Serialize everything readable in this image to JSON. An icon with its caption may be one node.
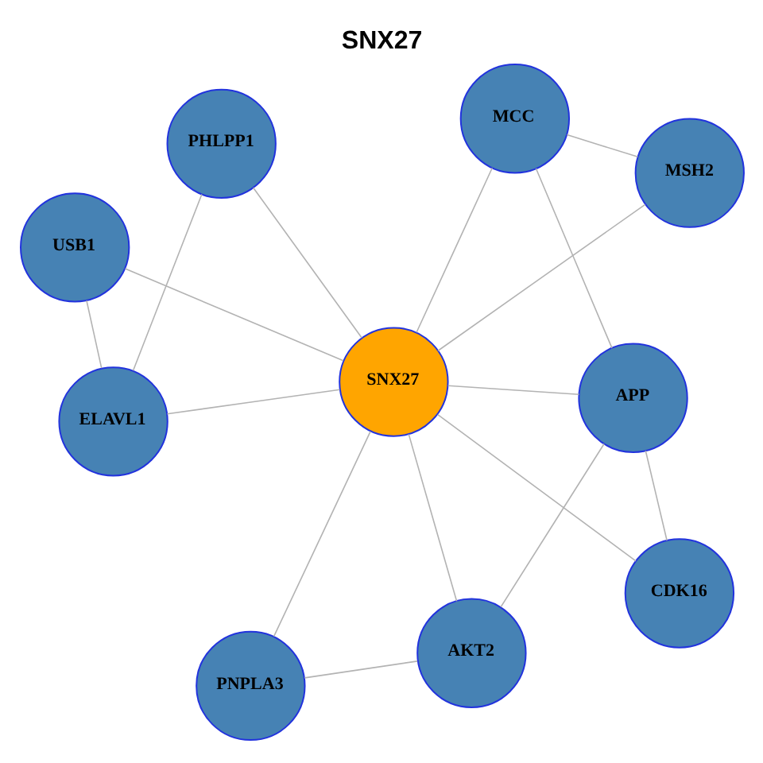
{
  "diagram": {
    "title": "SNX27",
    "nodes": [
      {
        "text": [
          "USB1"
        ]
      },
      {
        "text": [
          "MSH2"
        ]
      },
      {
        "text": [
          "ELAVL1"
        ]
      },
      {
        "text": [
          "MCC"
        ]
      },
      {
        "text": [
          "SNX27"
        ]
      },
      {
        "text": [
          "PHLPP1"
        ]
      },
      {
        "text": [
          "PNPLA3"
        ]
      },
      {
        "text": [
          "APP"
        ]
      },
      {
        "text": [
          "AKT2"
        ]
      },
      {
        "text": [
          "CDK16"
        ]
      }
    ],
    "edges": [
      {
        "from": 4,
        "to": 1,
        "arrow": "none"
      },
      {
        "from": 4,
        "to": 0,
        "arrow": "none"
      },
      {
        "from": 4,
        "to": 2,
        "arrow": "none"
      },
      {
        "from": 4,
        "to": 3,
        "arrow": "none"
      },
      {
        "from": 4,
        "to": 5,
        "arrow": "none"
      },
      {
        "from": 4,
        "to": 6,
        "arrow": "none"
      },
      {
        "from": 4,
        "to": 7,
        "arrow": "none"
      },
      {
        "from": 4,
        "to": 8,
        "arrow": "none"
      },
      {
        "from": 4,
        "to": 9,
        "arrow": "none"
      },
      {
        "from": 1,
        "to": 3,
        "arrow": "none"
      },
      {
        "from": 0,
        "to": 2,
        "arrow": "none"
      },
      {
        "from": 2,
        "to": 5,
        "arrow": "none"
      },
      {
        "from": 3,
        "to": 7,
        "arrow": "none"
      },
      {
        "from": 6,
        "to": 8,
        "arrow": "none"
      },
      {
        "from": 8,
        "to": 7,
        "arrow": "none"
      },
      {
        "from": 7,
        "to": 9,
        "arrow": "none"
      }
    ]
  }
}
